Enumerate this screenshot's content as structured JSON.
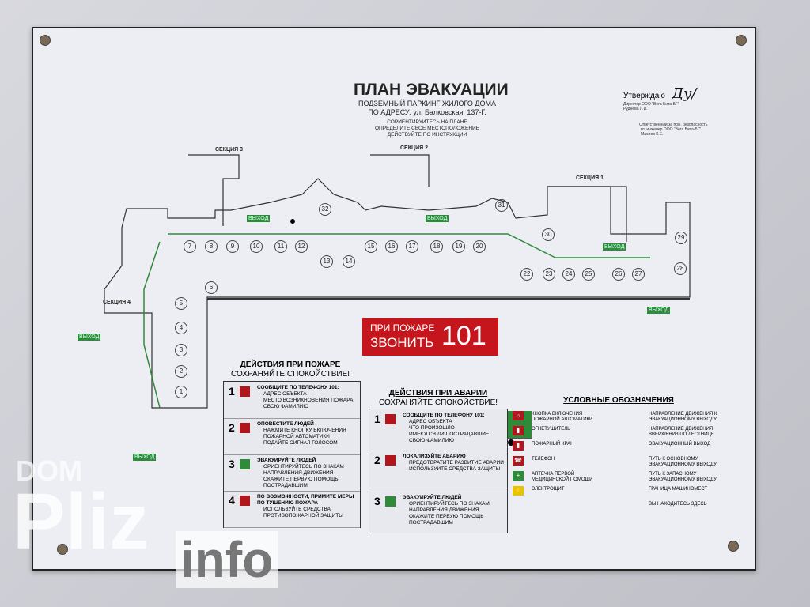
{
  "header": {
    "title": "ПЛАН ЭВАКУАЦИИ",
    "subtitle1": "ПОДЗЕМНЫЙ ПАРКИНГ ЖИЛОГО ДОМА",
    "subtitle2": "ПО АДРЕСУ: ул. Балковская, 137-Г.",
    "instr1": "СОРИЕНТИРУЙТЕСЬ НА ПЛАНЕ",
    "instr2": "ОПРЕДЕЛИТЕ СВОЕ МЕСТОПОЛОЖЕНИЕ",
    "instr3": "ДЕЙСТВУЙТЕ ПО ИНСТРУКЦИИ"
  },
  "approval": {
    "label": "Утверждаю",
    "director": "Директор ООО \"Вега Бита-БГ\"",
    "director_name": "Руднева Л.И.",
    "responsible": "Ответственный за пож. безопасность",
    "responsible2": "гл. инженер ООО \"Вега Бита-БГ\"",
    "responsible_name": "Маслов К.Е."
  },
  "plan": {
    "sections": [
      "СЕКЦИЯ 3",
      "СЕКЦИЯ 2",
      "СЕКЦИЯ 1",
      "СЕКЦИЯ 4"
    ],
    "exit_label": "ВЫХОД",
    "spots": [
      "1",
      "2",
      "3",
      "4",
      "5",
      "6",
      "7",
      "8",
      "9",
      "10",
      "11",
      "12",
      "13",
      "14",
      "15",
      "16",
      "17",
      "18",
      "19",
      "20",
      "22",
      "23",
      "24",
      "25",
      "26",
      "27",
      "28",
      "29",
      "30",
      "31",
      "32"
    ]
  },
  "fire_call": {
    "line1": "ПРИ ПОЖАРЕ",
    "line2": "ЗВОНИТЬ",
    "number": "101"
  },
  "fire_actions": {
    "title": "ДЕЙСТВИЯ ПРИ ПОЖАРЕ",
    "subtitle": "СОХРАНЯЙТЕ СПОКОЙСТВИЕ!",
    "steps": [
      {
        "n": "1",
        "head": "СООБЩИТЕ ПО ТЕЛЕФОНУ 101:",
        "items": [
          "АДРЕС ОБЪЕКТА",
          "МЕСТО ВОЗНИКНОВЕНИЯ ПОЖАРА",
          "СВОЮ ФАМИЛИЮ"
        ]
      },
      {
        "n": "2",
        "head": "ОПОВЕСТИТЕ ЛЮДЕЙ",
        "items": [
          "НАЖМИТЕ КНОПКУ ВКЛЮЧЕНИЯ ПОЖАРНОЙ АВТОМАТИКИ",
          "ПОДАЙТЕ СИГНАЛ ГОЛОСОМ"
        ]
      },
      {
        "n": "3",
        "head": "ЭВАКУИРУЙТЕ ЛЮДЕЙ",
        "items": [
          "ОРИЕНТИРУЙТЕСЬ ПО ЗНАКАМ НАПРАВЛЕНИЯ ДВИЖЕНИЯ",
          "ОКАЖИТЕ ПЕРВУЮ ПОМОЩЬ ПОСТРАДАВШИМ"
        ]
      },
      {
        "n": "4",
        "head": "ПО ВОЗМОЖНОСТИ, ПРИМИТЕ МЕРЫ ПО ТУШЕНИЮ ПОЖАРА",
        "items": [
          "ИСПОЛЬЗУЙТЕ СРЕДСТВА ПРОТИВОПОЖАРНОЙ ЗАЩИТЫ"
        ]
      }
    ]
  },
  "accident_actions": {
    "title": "ДЕЙСТВИЯ ПРИ АВАРИИ",
    "subtitle": "СОХРАНЯЙТЕ СПОКОЙСТВИЕ!",
    "steps": [
      {
        "n": "1",
        "head": "СООБЩИТЕ ПО ТЕЛЕФОНУ 101:",
        "items": [
          "АДРЕС ОБЪЕКТА",
          "ЧТО ПРОИЗОШЛО",
          "ИМЕЮТСЯ ЛИ ПОСТРАДАВШИЕ",
          "СВОЮ ФАМИЛИЮ"
        ]
      },
      {
        "n": "2",
        "head": "ЛОКАЛИЗУЙТЕ АВАРИЮ",
        "items": [
          "ПРЕДОТВРАТИТЕ РАЗВИТИЕ АВАРИИ",
          "ИСПОЛЬЗУЙТЕ СРЕДСТВА ЗАЩИТЫ"
        ]
      },
      {
        "n": "3",
        "head": "ЭВАКУИРУЙТЕ ЛЮДЕЙ",
        "items": [
          "ОРИЕНТИРУЙТЕСЬ ПО ЗНАКАМ НАПРАВЛЕНИЯ ДВИЖЕНИЯ",
          "ОКАЖИТЕ ПЕРВУЮ ПОМОЩЬ ПОСТРАДАВШИМ"
        ]
      }
    ]
  },
  "legend": {
    "title": "УСЛОВНЫЕ ОБОЗНАЧЕНИЯ",
    "left": [
      "КНОПКА ВКЛЮЧЕНИЯ ПОЖАРНОЙ АВТОМАТИКИ",
      "ОГНЕТУШИТЕЛЬ",
      "ПОЖАРНЫЙ КРАН",
      "ТЕЛЕФОН",
      "АПТЕЧКА ПЕРВОЙ МЕДИЦИНСКОЙ ПОМОЩИ",
      "ЭЛЕКТРОЩИТ"
    ],
    "right": [
      "НАПРАВЛЕНИЕ ДВИЖЕНИЯ К ЭВАКУАЦИОННОМУ ВЫХОДУ",
      "НАПРАВЛЕНИЕ ДВИЖЕНИЯ ВВЕРХ/ВНИЗ ПО ЛЕСТНИЦЕ",
      "ЭВАКУАЦИОННЫЙ ВЫХОД",
      "ПУТЬ К ОСНОВНОМУ ЭВАКУАЦИОННОМУ ВЫХОДУ",
      "ПУТЬ К ЗАПАСНОМУ ЭВАКУАЦИОННОМУ ВЫХОДУ",
      "ГРАНИЦА МАШИНОМЕСТ",
      "ВЫ НАХОДИТЕСЬ ЗДЕСЬ"
    ]
  },
  "watermark": {
    "top": "DOM",
    "main": "Pliz",
    "suffix": "info"
  },
  "colors": {
    "red": "#c4161c",
    "green": "#2f8a3a"
  }
}
